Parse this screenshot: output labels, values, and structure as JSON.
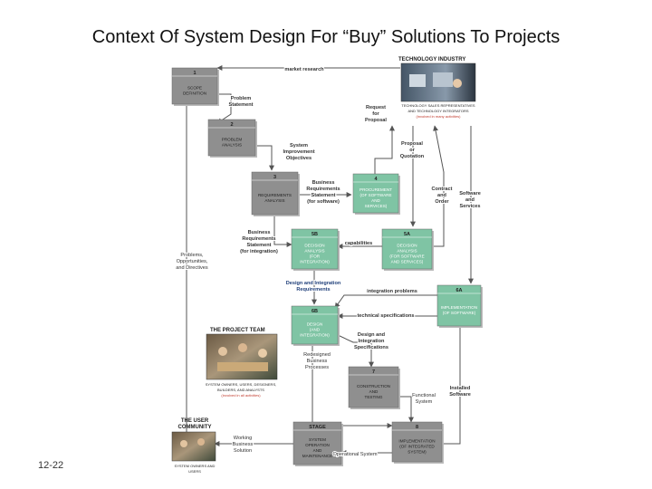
{
  "title": "Context Of System Design For “Buy” Solutions To Projects",
  "slide_number": "12-22",
  "colors": {
    "gray_box": "#8f8f8f",
    "green_box": "#7fc4a4",
    "line": "#555555",
    "arrow_label": "#333333",
    "note_blue": "#1f3f7a",
    "note_red": "#c0392b"
  },
  "stages": [
    {
      "id": "1",
      "name": "Scope Definition",
      "lines": [
        "SCOPE",
        "DEFINITION"
      ]
    },
    {
      "id": "2",
      "name": "Problem Analysis",
      "lines": [
        "PROBLEM",
        "ANALYSIS"
      ]
    },
    {
      "id": "3",
      "name": "Requirements Analysis",
      "lines": [
        "REQUIREMENTS",
        "ANALYSIS"
      ]
    },
    {
      "id": "4",
      "name": "Procurement",
      "lines": [
        "PROCUREMENT",
        "(OF SOFTWARE",
        "AND",
        "SERVICES)"
      ]
    },
    {
      "id": "5B",
      "name": "Decision Analysis (for integration)",
      "lines": [
        "DECISION",
        "ANALYSIS",
        "(FOR",
        "INTEGRATION)"
      ]
    },
    {
      "id": "5A",
      "name": "Decision Analysis (for software and services)",
      "lines": [
        "DECISION",
        "ANALYSIS",
        "(FOR SOFTWARE",
        "AND SERVICES)"
      ]
    },
    {
      "id": "6A",
      "name": "Implementation (of software)",
      "lines": [
        "IMPLEMENTATION",
        "(OF SOFTWARE)"
      ]
    },
    {
      "id": "6B",
      "name": "Design (and integration)",
      "lines": [
        "DESIGN",
        "(AND",
        "INTEGRATION)"
      ]
    },
    {
      "id": "7",
      "name": "Construction and Testing",
      "lines": [
        "CONSTRUCTION",
        "AND",
        "TESTING"
      ]
    },
    {
      "id": "8",
      "name": "Implementation (of integrated system)",
      "lines": [
        "IMPLEMENTATION",
        "(OF INTEGRATED",
        "SYSTEM)"
      ]
    },
    {
      "id": "STAGE",
      "name": "System Operation and Maintenance",
      "lines": [
        "SYSTEM",
        "OPERATION",
        "AND",
        "MAINTENANCE"
      ]
    }
  ],
  "flows": {
    "market_research": "market research",
    "problem_statement": [
      "Problem",
      "Statement"
    ],
    "sys_improvement": [
      "System",
      "Improvement",
      "Objectives"
    ],
    "bus_req_software": [
      "Business",
      "Requirements",
      "Statement",
      "(for software)"
    ],
    "bus_req_integration": [
      "Business",
      "Requirements",
      "Statement",
      "(for integration)"
    ],
    "request_for_proposal": [
      "Request",
      "for",
      "Proposal"
    ],
    "proposal_or_quotation": [
      "Proposal",
      "or",
      "Quotation"
    ],
    "contract_and_order": [
      "Contract",
      "and",
      "Order"
    ],
    "software_and_services": [
      "Software",
      "and",
      "Services"
    ],
    "capabilities": "capabilities",
    "integration_problems": "integration problems",
    "technical_specifications": "technical specifications",
    "design_integration_requirements": [
      "Design and Integration",
      "Requirements"
    ],
    "design_integration_specs": [
      "Design and",
      "Integration",
      "Specifications"
    ],
    "redesigned_processes": [
      "Redesigned",
      "Business",
      "Processes"
    ],
    "functional_system": [
      "Functional",
      "System"
    ],
    "installed_software": [
      "Installed",
      "Software"
    ],
    "working_solution": [
      "Working",
      "Business",
      "Solution"
    ],
    "operational_system": "Operational System",
    "problems_opportunities": [
      "Problems,",
      "Opportunities,",
      "and Directives"
    ]
  },
  "labels": {
    "technology_industry": "TECHNOLOGY INDUSTRY",
    "tech_caption": [
      "TECHNOLOGY SALES REPRESENTATIVES",
      "AND TECHNOLOGY INTEGRATORS"
    ],
    "tech_involved": "(involved in many activities)",
    "project_team": "THE PROJECT TEAM",
    "team_caption": [
      "SYSTEM OWNERS, USERS, DESIGNERS,",
      "BUILDERS, AND ANALYSTS"
    ],
    "team_involved": "(involved in all activities)",
    "user_community": [
      "THE USER",
      "COMMUNITY"
    ],
    "user_caption": [
      "SYSTEM OWNERS AND",
      "USERS"
    ]
  }
}
